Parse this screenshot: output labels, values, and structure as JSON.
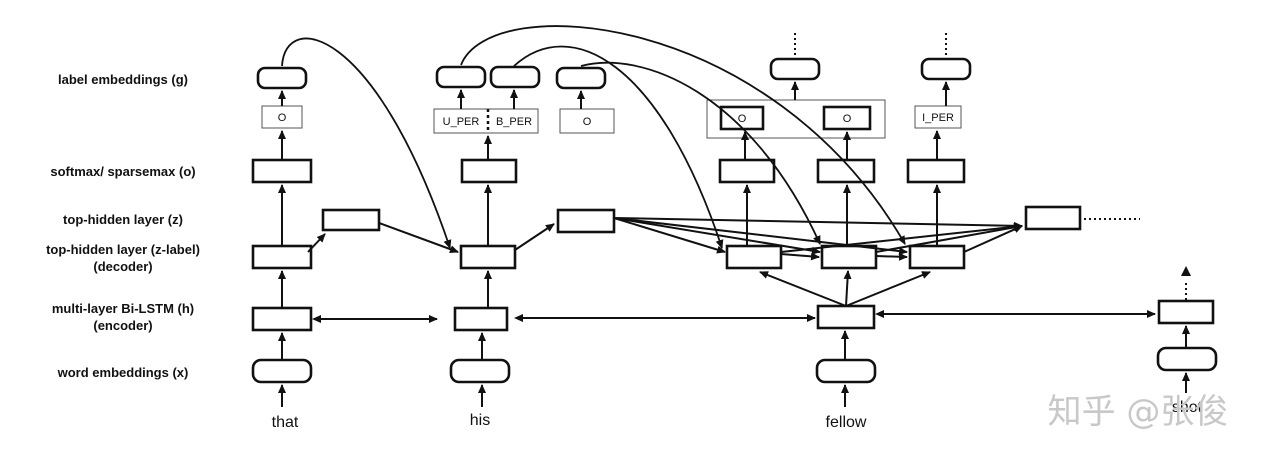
{
  "row_labels": {
    "g": "label embeddings (g)",
    "o": "softmax/ sparsemax (o)",
    "z": "top-hidden layer (z)",
    "zl1": "top-hidden layer (z-label)",
    "zl2": "(decoder)",
    "h1": "multi-layer Bi-LSTM (h)",
    "h2": "(encoder)",
    "x": "word embeddings (x)"
  },
  "words": {
    "that": "that",
    "his": "his",
    "fellow": "fellow",
    "last": "shot"
  },
  "tags": {
    "that_o": "O",
    "his_u_per": "U_PER",
    "his_b_per": "B_PER",
    "mid_o": "O",
    "fellow_o1": "O",
    "fellow_o2": "O",
    "fellow_i_per": "I_PER"
  },
  "watermark": "知乎 @张俊"
}
